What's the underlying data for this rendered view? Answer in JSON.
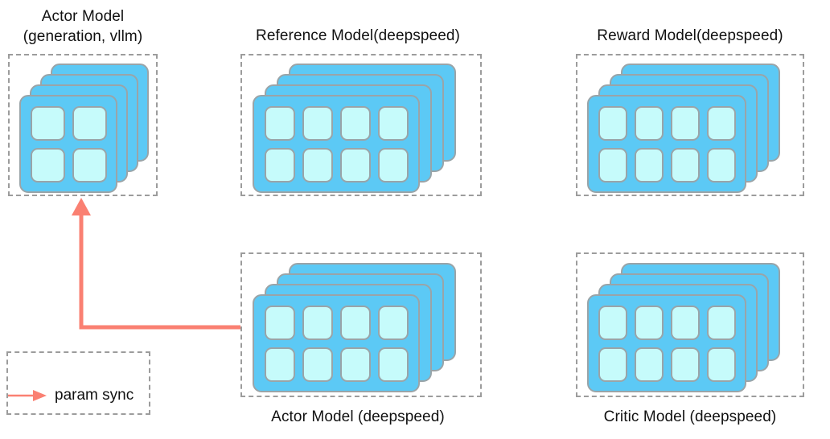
{
  "diagram": {
    "title": "",
    "colors": {
      "card_fill": "#5CC9F5",
      "card_border": "#9aa4a8",
      "cell_fill": "#C6FBFB",
      "dashed_border": "#9c9c9c",
      "arrow": "#FA8072",
      "text": "#111111",
      "background": "#FFFFFF"
    },
    "groups": [
      {
        "id": "actor-vllm",
        "label": "Actor Model\n(generation, vllm)",
        "label_position": "above",
        "cells_cols": 2,
        "cells_rows": 2,
        "stack_count": 4
      },
      {
        "id": "reference",
        "label": "Reference Model(deepspeed)",
        "label_position": "above",
        "cells_cols": 4,
        "cells_rows": 2,
        "stack_count": 4
      },
      {
        "id": "reward",
        "label": "Reward Model(deepspeed)",
        "label_position": "above",
        "cells_cols": 4,
        "cells_rows": 2,
        "stack_count": 4
      },
      {
        "id": "actor-deepspeed",
        "label": "Actor Model (deepspeed)",
        "label_position": "below",
        "cells_cols": 4,
        "cells_rows": 2,
        "stack_count": 4
      },
      {
        "id": "critic",
        "label": "Critic Model (deepspeed)",
        "label_position": "below",
        "cells_cols": 4,
        "cells_rows": 2,
        "stack_count": 4
      }
    ],
    "connections": [
      {
        "id": "param-sync-arrow",
        "from": "actor-deepspeed",
        "to": "actor-vllm",
        "kind": "param sync"
      }
    ],
    "legend": {
      "label": "param sync",
      "arrow_color": "#FA8072"
    }
  }
}
